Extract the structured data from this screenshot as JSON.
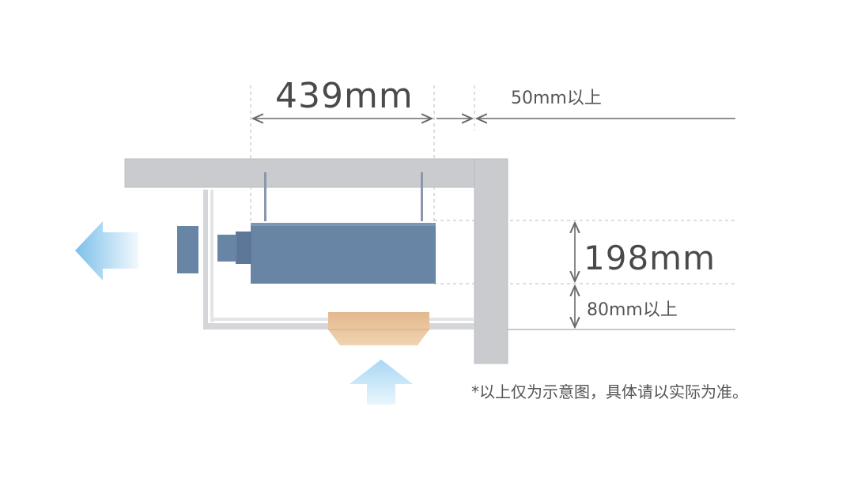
{
  "dimensions": {
    "width": "439mm",
    "top_clearance": "50mm以上",
    "height": "198mm",
    "bottom_clearance": "80mm以上"
  },
  "note": "*以上仅为示意图，具体请以实际为准。",
  "colors": {
    "wall": "#c9cbce",
    "wall_edge": "#b9bcc0",
    "unit_body": "#6985a6",
    "unit_duct": "#5d7799",
    "grille": "#e8c29a",
    "arrow_outlet": "#7cc0ea",
    "arrow_inlet": "#a8d8f5",
    "dim_line": "#6a6a6a",
    "guide_dash": "#bbbbbb"
  },
  "icons": {
    "outlet_arrow": "airflow-left-arrow-icon",
    "inlet_arrow": "airflow-up-arrow-icon"
  }
}
